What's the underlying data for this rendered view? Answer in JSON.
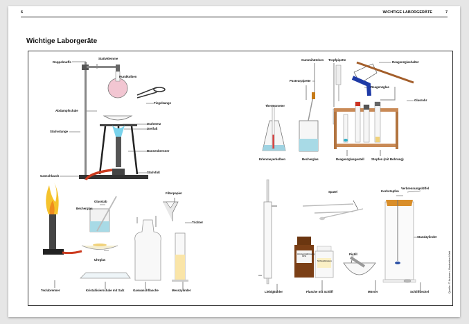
{
  "header": {
    "page_left": "6",
    "running_title": "WICHTIGE LABORGERÄTE",
    "page_right": "7"
  },
  "title": "Wichtige Laborgeräte",
  "labels": {
    "doppelmuffe": "Doppelmuffe",
    "stativklemme": "Stativklemme",
    "rundkolben": "Rundkolben",
    "tiegelzange": "Tiegelzange",
    "abdampfschale": "Abdampfschale",
    "drahtnetz": "Drahtnetz",
    "dreifuss": "Dreifuß",
    "stativstange": "Stativstange",
    "bunsenbrenner": "Bunsenbrenner",
    "gasschlauch": "Gasschlauch",
    "stativfuss": "Stativfuß",
    "gummihuetchen": "Gummihütchen",
    "pasteurpipette": "Pasteurpipette",
    "tropfpipette": "Tropfpipette",
    "reagenzglashalter": "Reagenzglashalter",
    "reagenzglas": "Reagenzglas",
    "thermometer": "Thermometer",
    "glasrohr": "Glasrohr",
    "erlenmeyerkolben": "Erlenmeyerkolben",
    "becherglas_top": "Becherglas",
    "reagenzglasgestell": "Reagenzglasgestell",
    "stopfen": "Stopfen (mit Bohrung)",
    "filterpapier": "Filterpapier",
    "glasstab": "Glasstab",
    "becherglas_low": "Becherglas",
    "trichter": "Trichter",
    "uhrglas": "Uhrglas",
    "teclubrenner": "Teclubrenner",
    "kristallisierschale": "Kristallisierschale mit Salz",
    "gaswaschflasche": "Gaswaschflasche",
    "messzylinder": "Messzylinder",
    "spatel": "Spatel",
    "pistill": "Pistill",
    "korkstopfen": "Korkstopfen",
    "verbrennungsloeffel": "Verbrennungslöffel",
    "standzylinder": "Standzylinder",
    "liebigkuehler": "Liebigkühler",
    "flasche_schliff": "Flasche mit Schliff",
    "moerser": "Mörser",
    "schlifdeckel": "Schliffdeckel",
    "bottle_label_a": "Ammoniaklösung 10%",
    "bottle_label_b": "Schwefelsäure",
    "credit": "Quelle: © Autoren, Illustration Klett"
  }
}
